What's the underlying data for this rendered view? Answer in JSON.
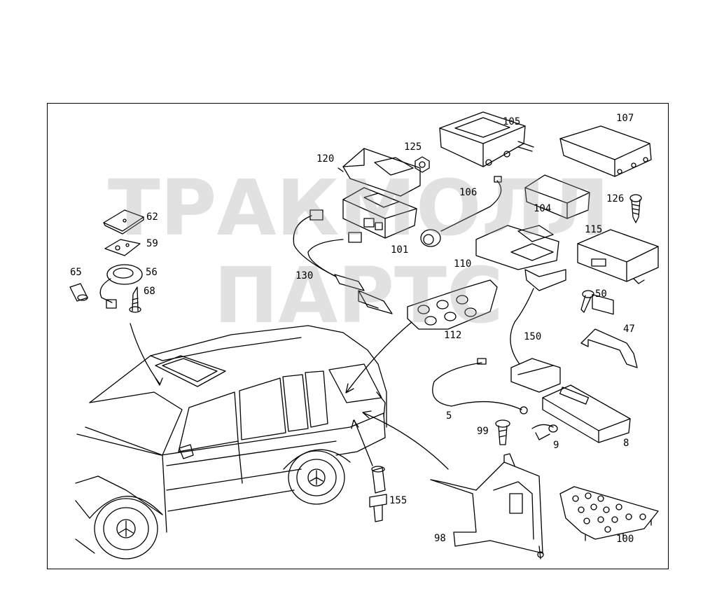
{
  "watermark": {
    "line1": "ТРАКМОЛЛ",
    "line2": "ПАРТС"
  },
  "labels": {
    "p105": "105",
    "p107": "107",
    "p120": "120",
    "p125": "125",
    "p106": "106",
    "p126": "126",
    "p104": "104",
    "p115": "115",
    "p62": "62",
    "p59": "59",
    "p56": "56",
    "p65": "65",
    "p68": "68",
    "p130": "130",
    "p101": "101",
    "p110": "110",
    "p50": "50",
    "p112": "112",
    "p47": "47",
    "p150": "150",
    "p5": "5",
    "p99": "99",
    "p9": "9",
    "p8": "8",
    "p155": "155",
    "p98": "98",
    "p100": "100"
  }
}
